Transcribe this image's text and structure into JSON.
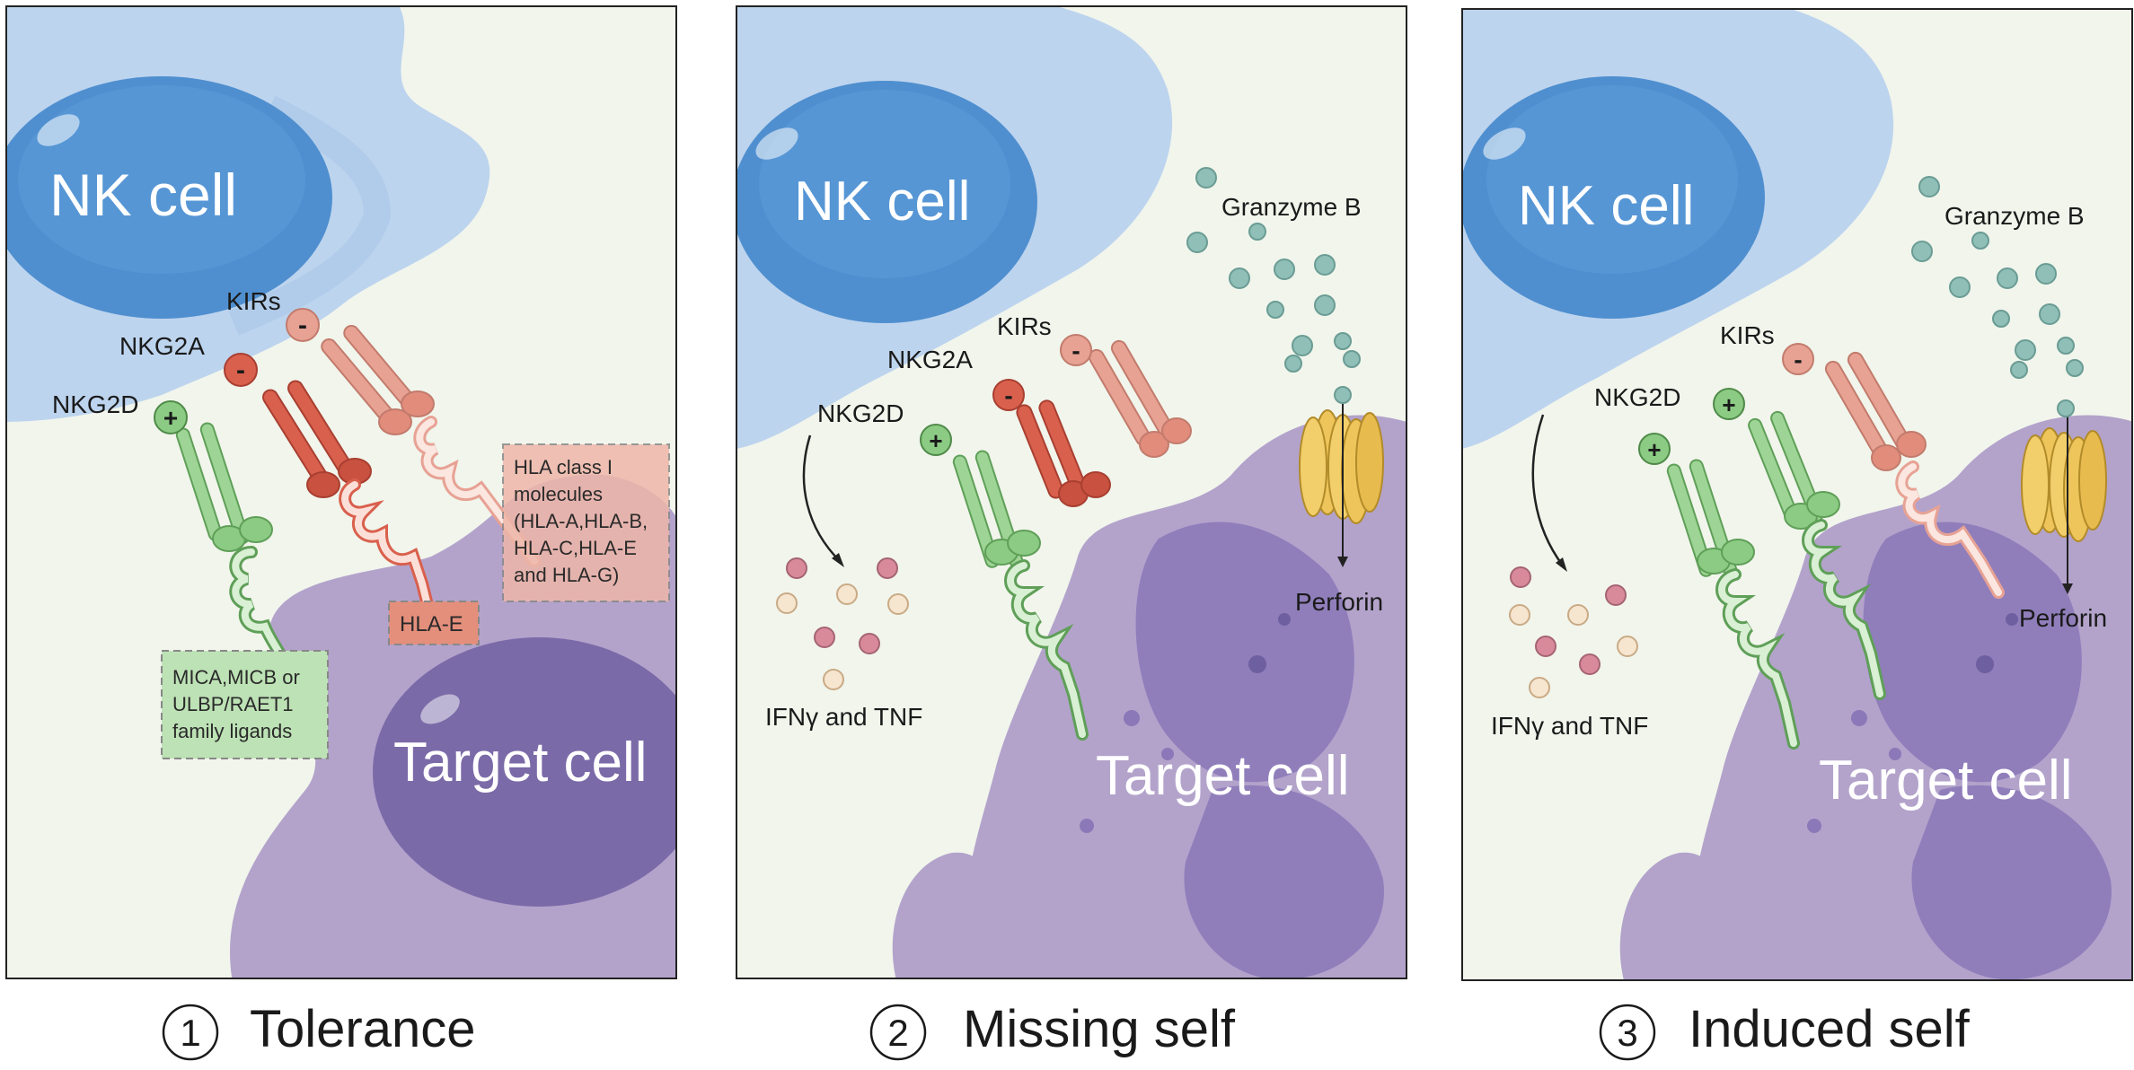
{
  "panels": [
    {
      "number": "1",
      "caption": "Tolerance",
      "nk_label": "NK cell",
      "target_label": "Target cell",
      "receptors": {
        "kirs": "KIRs",
        "nkg2a": "NKG2A",
        "nkg2d": "NKG2D"
      },
      "boxes": {
        "hla_class": [
          "HLA class I",
          "molecules",
          "(HLA-A,HLA-B,",
          "HLA-C,HLA-E",
          "and HLA-G)"
        ],
        "hla_e": "HLA-E",
        "mica": [
          "MICA,MICB or",
          "ULBP/RAET1",
          "family ligands"
        ]
      }
    },
    {
      "number": "2",
      "caption": "Missing self",
      "nk_label": "NK cell",
      "target_label": "Target cell",
      "receptors": {
        "kirs": "KIRs",
        "nkg2a": "NKG2A",
        "nkg2d": "NKG2D"
      },
      "granzyme": "Granzyme B",
      "perforin": "Perforin",
      "cytokines": "IFNγ and TNF"
    },
    {
      "number": "3",
      "caption": "Induced self",
      "nk_label": "NK cell",
      "target_label": "Target cell",
      "receptors": {
        "kirs": "KIRs",
        "nkg2d": "NKG2D"
      },
      "granzyme": "Granzyme B",
      "perforin": "Perforin",
      "cytokines": "IFNγ and TNF"
    }
  ],
  "colors": {
    "panel_bg": "#f1f5ec",
    "nk_cytoplasm": "#bdd4ee",
    "nk_nucleus": "#4f8fcf",
    "target_cytoplasm": "#b3a3cb",
    "target_nucleus": "#7b6aa8",
    "inhibitory": "#d9604d",
    "kir_pink": "#e7a294",
    "activating": "#8ccb84",
    "granzyme": "#8fbfb7",
    "perforin": "#eec55a"
  },
  "icons": {
    "plus": "activating-sign-icon",
    "minus": "inhibitory-sign-icon"
  }
}
